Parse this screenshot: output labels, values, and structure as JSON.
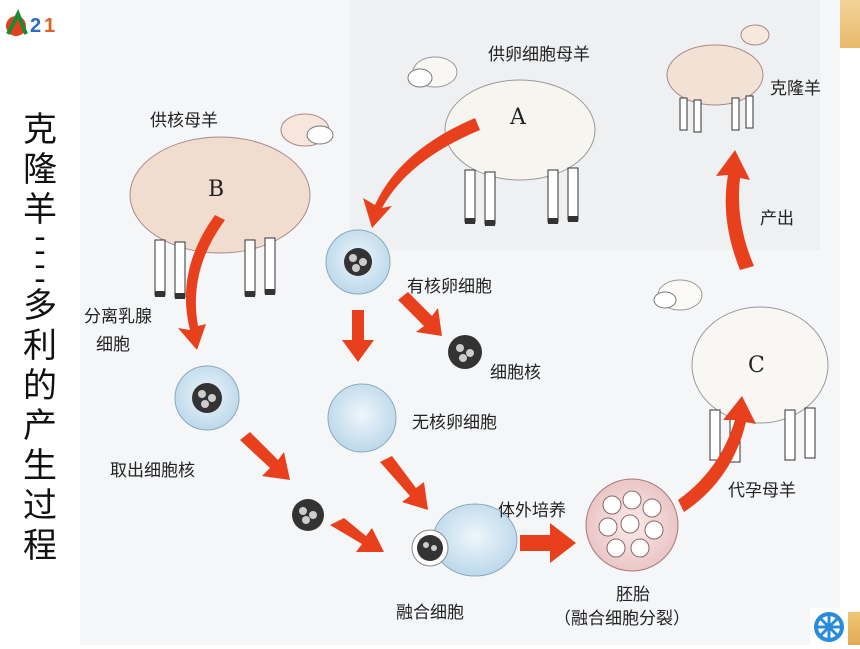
{
  "title_vertical": [
    "克",
    "隆",
    "羊",
    "-",
    "-",
    "-",
    "-",
    "多",
    "利",
    "的",
    "产",
    "生",
    "过",
    "程"
  ],
  "labels": {
    "donor_egg_sheep": "供卵细胞母羊",
    "donor_nucleus_sheep": "供核母羊",
    "clone_sheep": "克隆羊",
    "letter_a": "A",
    "letter_b": "B",
    "letter_c": "C",
    "nucleated_egg": "有核卵细胞",
    "cell_nucleus": "细胞核",
    "enucleated_egg": "无核卵细胞",
    "separate_mammary_1": "分离乳腺",
    "separate_mammary_2": "细胞",
    "extract_nucleus": "取出细胞核",
    "fused_cell": "融合细胞",
    "in_vitro_culture": "体外培养",
    "embryo": "胚胎",
    "embryo_sub": "（融合细胞分裂）",
    "surrogate": "代孕母羊",
    "birth": "产出"
  },
  "colors": {
    "arrow": "#e8401c",
    "wool_pink": "#f1dcd0",
    "wool_white": "#f7f5f0",
    "cell_fill": "#d6e8f2",
    "embryo_fill": "#f4d6d6",
    "bar": "#e9b664"
  }
}
